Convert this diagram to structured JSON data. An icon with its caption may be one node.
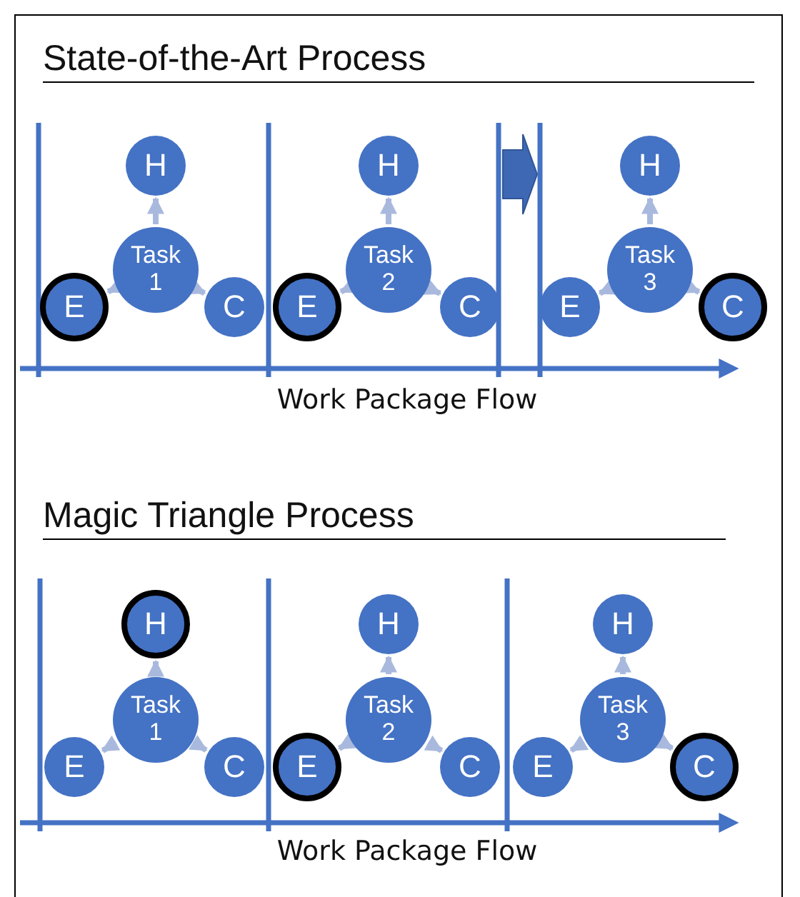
{
  "diagram": {
    "nodes": [
      {
        "text": [
          "H"
        ]
      },
      {
        "text": [
          "Task 1"
        ]
      },
      {
        "text": [
          "E"
        ]
      },
      {
        "text": [
          "C"
        ]
      },
      {
        "text": [
          "H"
        ]
      },
      {
        "text": [
          "Task 2"
        ]
      },
      {
        "text": [
          "E"
        ]
      },
      {
        "text": [
          "C"
        ]
      },
      {
        "text": [
          "H"
        ]
      },
      {
        "text": [
          "Task 3"
        ]
      },
      {
        "text": [
          "E"
        ]
      },
      {
        "text": [
          "C"
        ]
      },
      {
        "text": [
          "H"
        ]
      },
      {
        "text": [
          "Task 1"
        ]
      },
      {
        "text": [
          "E"
        ]
      },
      {
        "text": [
          "C"
        ]
      },
      {
        "text": [
          "H"
        ]
      },
      {
        "text": [
          "Task 2"
        ]
      },
      {
        "text": [
          "E"
        ]
      },
      {
        "text": [
          "C"
        ]
      },
      {
        "text": [
          "H"
        ]
      },
      {
        "text": [
          "Task 3"
        ]
      },
      {
        "text": [
          "E"
        ]
      },
      {
        "text": [
          "C"
        ]
      }
    ],
    "edges": [
      {
        "from": 1,
        "to": 0,
        "arrow": "to"
      },
      {
        "from": 1,
        "to": 2,
        "arrow": "to"
      },
      {
        "from": 1,
        "to": 3,
        "arrow": "to"
      },
      {
        "from": 5,
        "to": 4,
        "arrow": "to"
      },
      {
        "from": 5,
        "to": 6,
        "arrow": "to"
      },
      {
        "from": 5,
        "to": 7,
        "arrow": "to"
      },
      {
        "from": 9,
        "to": 8,
        "arrow": "to"
      },
      {
        "from": 9,
        "to": 10,
        "arrow": "to"
      },
      {
        "from": 9,
        "to": 11,
        "arrow": "to"
      },
      {
        "from": 13,
        "to": 12,
        "arrow": "to"
      },
      {
        "from": 13,
        "to": 14,
        "arrow": "to"
      },
      {
        "from": 13,
        "to": 15,
        "arrow": "to"
      },
      {
        "from": 17,
        "to": 16,
        "arrow": "to"
      },
      {
        "from": 17,
        "to": 18,
        "arrow": "to"
      },
      {
        "from": 17,
        "to": 19,
        "arrow": "to"
      },
      {
        "from": 21,
        "to": 20,
        "arrow": "to"
      },
      {
        "from": 21,
        "to": 22,
        "arrow": "to"
      },
      {
        "from": 21,
        "to": 23,
        "arrow": "to"
      }
    ],
    "labels": [
      "State-of-the-Art Process",
      "Work Package Flow",
      "Magic Triangle Process",
      "Work Package Flow"
    ]
  }
}
